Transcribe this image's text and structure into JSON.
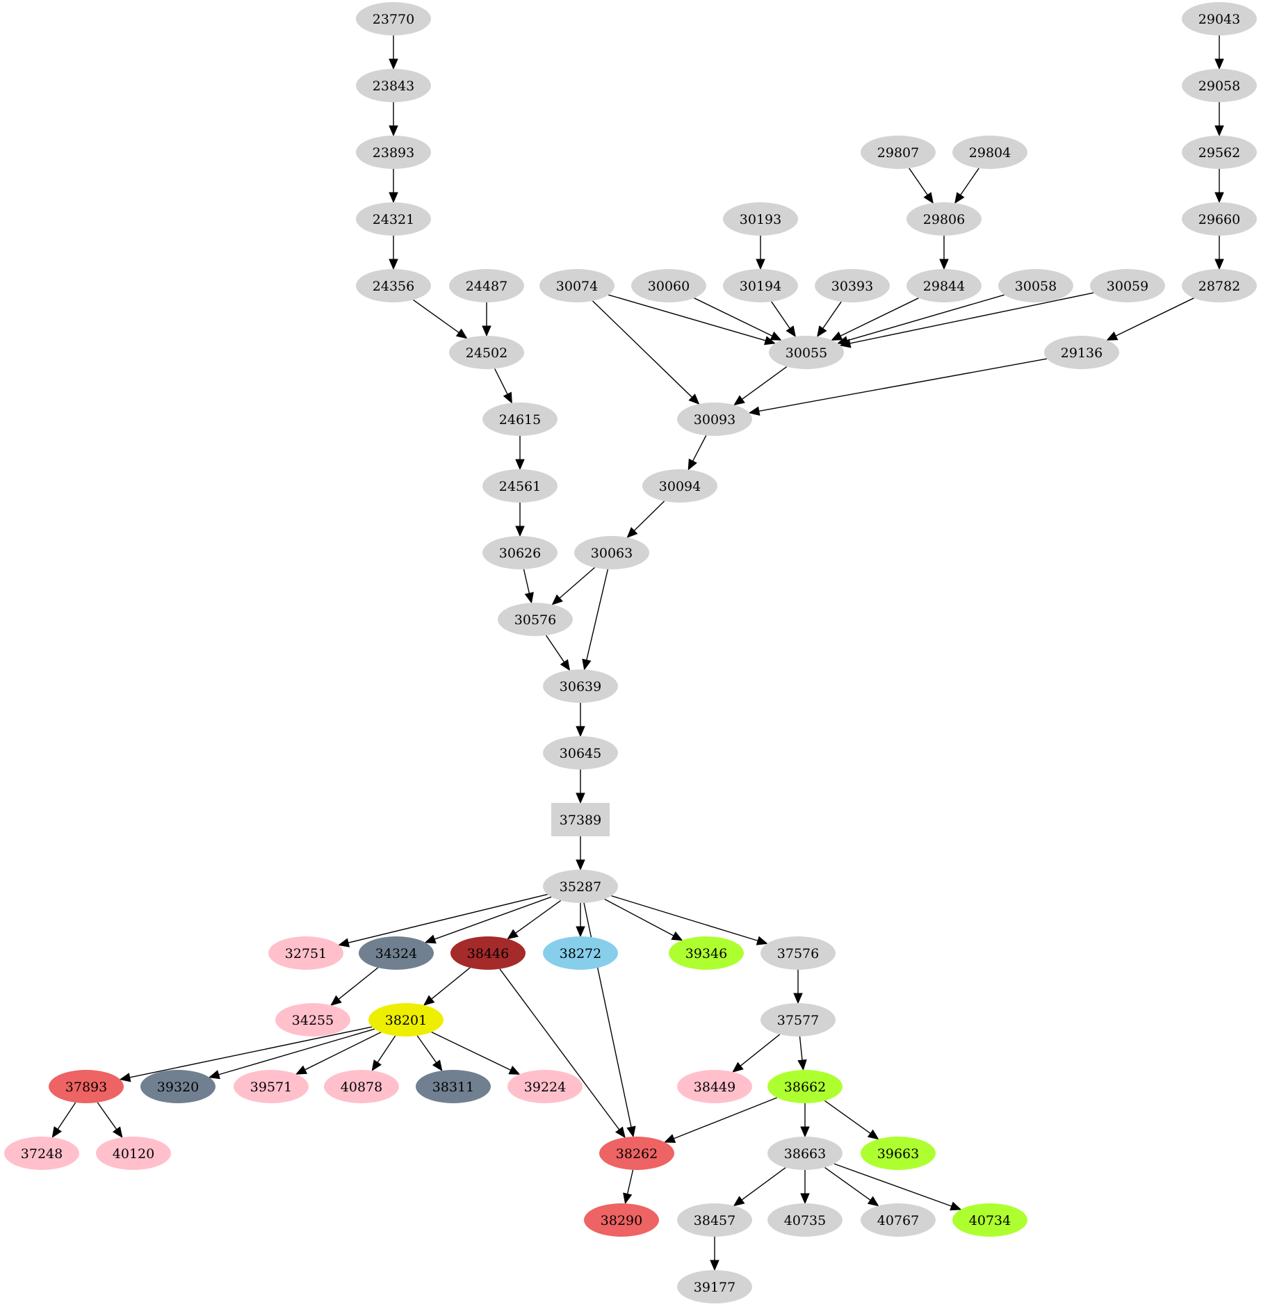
{
  "graph": {
    "type": "directed-graph",
    "default_color": "#d3d3d3",
    "nodes": [
      {
        "id": "23770",
        "col": 566,
        "row": 0
      },
      {
        "id": "23843",
        "col": 566,
        "row": 1
      },
      {
        "id": "23893",
        "col": 566,
        "row": 2
      },
      {
        "id": "24321",
        "col": 566,
        "row": 3
      },
      {
        "id": "24356",
        "col": 566,
        "row": 4
      },
      {
        "id": "24487",
        "col": 700,
        "row": 4
      },
      {
        "id": "24502",
        "col": 700,
        "row": 5
      },
      {
        "id": "24615",
        "col": 748,
        "row": 6
      },
      {
        "id": "24561",
        "col": 748,
        "row": 7
      },
      {
        "id": "30626",
        "col": 748,
        "row": 8
      },
      {
        "id": "29043",
        "col": 1754,
        "row": 0
      },
      {
        "id": "29058",
        "col": 1754,
        "row": 1
      },
      {
        "id": "29562",
        "col": 1754,
        "row": 2
      },
      {
        "id": "29660",
        "col": 1754,
        "row": 3
      },
      {
        "id": "28782",
        "col": 1754,
        "row": 4
      },
      {
        "id": "29807",
        "col": 1292,
        "row": 2
      },
      {
        "id": "29804",
        "col": 1424,
        "row": 2
      },
      {
        "id": "29806",
        "col": 1358,
        "row": 3
      },
      {
        "id": "30193",
        "col": 1094,
        "row": 3
      },
      {
        "id": "30074",
        "col": 830,
        "row": 4
      },
      {
        "id": "30060",
        "col": 962,
        "row": 4
      },
      {
        "id": "30194",
        "col": 1094,
        "row": 4
      },
      {
        "id": "30393",
        "col": 1226,
        "row": 4
      },
      {
        "id": "29844",
        "col": 1358,
        "row": 4
      },
      {
        "id": "30058",
        "col": 1490,
        "row": 4
      },
      {
        "id": "30059",
        "col": 1622,
        "row": 4
      },
      {
        "id": "30055",
        "col": 1160,
        "row": 5
      },
      {
        "id": "29136",
        "col": 1556,
        "row": 5
      },
      {
        "id": "30093",
        "col": 1028,
        "row": 6
      },
      {
        "id": "30094",
        "col": 978,
        "row": 7
      },
      {
        "id": "30063",
        "col": 880,
        "row": 8
      },
      {
        "id": "30576",
        "col": 770,
        "row": 9
      },
      {
        "id": "30639",
        "col": 835,
        "row": 10
      },
      {
        "id": "30645",
        "col": 835,
        "row": 11
      },
      {
        "id": "37389",
        "col": 835,
        "row": 12,
        "shape": "box"
      },
      {
        "id": "35287",
        "col": 835,
        "row": 13
      },
      {
        "id": "32751",
        "col": 440,
        "row": 14,
        "color": "#ffc0cb"
      },
      {
        "id": "34324",
        "col": 570,
        "row": 14,
        "color": "#708090"
      },
      {
        "id": "38446",
        "col": 702,
        "row": 14,
        "color": "#a52a2a"
      },
      {
        "id": "38272",
        "col": 835,
        "row": 14,
        "color": "#87ceeb"
      },
      {
        "id": "39346",
        "col": 1016,
        "row": 14,
        "color": "#adff2f"
      },
      {
        "id": "37576",
        "col": 1148,
        "row": 14
      },
      {
        "id": "34255",
        "col": 450,
        "row": 15,
        "color": "#ffc0cb"
      },
      {
        "id": "38201",
        "col": 584,
        "row": 15,
        "color": "#eeee00"
      },
      {
        "id": "37577",
        "col": 1148,
        "row": 15
      },
      {
        "id": "37893",
        "col": 124,
        "row": 16,
        "color": "#ee6363"
      },
      {
        "id": "39320",
        "col": 256,
        "row": 16,
        "color": "#708090"
      },
      {
        "id": "39571",
        "col": 390,
        "row": 16,
        "color": "#ffc0cb"
      },
      {
        "id": "40878",
        "col": 520,
        "row": 16,
        "color": "#ffc0cb"
      },
      {
        "id": "38311",
        "col": 652,
        "row": 16,
        "color": "#708090"
      },
      {
        "id": "39224",
        "col": 784,
        "row": 16,
        "color": "#ffc0cb"
      },
      {
        "id": "38449",
        "col": 1028,
        "row": 16,
        "color": "#ffc0cb"
      },
      {
        "id": "38662",
        "col": 1158,
        "row": 16,
        "color": "#adff2f"
      },
      {
        "id": "37248",
        "col": 60,
        "row": 17,
        "color": "#ffc0cb"
      },
      {
        "id": "40120",
        "col": 192,
        "row": 17,
        "color": "#ffc0cb"
      },
      {
        "id": "38262",
        "col": 916,
        "row": 17,
        "color": "#ee6363"
      },
      {
        "id": "38663",
        "col": 1158,
        "row": 17
      },
      {
        "id": "39663",
        "col": 1292,
        "row": 17,
        "color": "#adff2f"
      },
      {
        "id": "38290",
        "col": 894,
        "row": 18,
        "color": "#ee6363"
      },
      {
        "id": "38457",
        "col": 1028,
        "row": 18
      },
      {
        "id": "40735",
        "col": 1158,
        "row": 18
      },
      {
        "id": "40767",
        "col": 1292,
        "row": 18
      },
      {
        "id": "40734",
        "col": 1424,
        "row": 18,
        "color": "#adff2f"
      },
      {
        "id": "39177",
        "col": 1028,
        "row": 19
      }
    ],
    "edges": [
      [
        "23770",
        "23843"
      ],
      [
        "23843",
        "23893"
      ],
      [
        "23893",
        "24321"
      ],
      [
        "24321",
        "24356"
      ],
      [
        "24356",
        "24502"
      ],
      [
        "24487",
        "24502"
      ],
      [
        "24502",
        "24615"
      ],
      [
        "24615",
        "24561"
      ],
      [
        "24561",
        "30626"
      ],
      [
        "29043",
        "29058"
      ],
      [
        "29058",
        "29562"
      ],
      [
        "29562",
        "29660"
      ],
      [
        "29660",
        "28782"
      ],
      [
        "28782",
        "29136"
      ],
      [
        "29807",
        "29806"
      ],
      [
        "29804",
        "29806"
      ],
      [
        "29806",
        "29844"
      ],
      [
        "30193",
        "30194"
      ],
      [
        "30074",
        "30055"
      ],
      [
        "30060",
        "30055"
      ],
      [
        "30194",
        "30055"
      ],
      [
        "30393",
        "30055"
      ],
      [
        "29844",
        "30055"
      ],
      [
        "30058",
        "30055"
      ],
      [
        "30059",
        "30055"
      ],
      [
        "30074",
        "30093"
      ],
      [
        "30055",
        "30093"
      ],
      [
        "29136",
        "30093"
      ],
      [
        "30093",
        "30094"
      ],
      [
        "30094",
        "30063"
      ],
      [
        "30626",
        "30576"
      ],
      [
        "30063",
        "30576"
      ],
      [
        "30063",
        "30639"
      ],
      [
        "30576",
        "30639"
      ],
      [
        "30639",
        "30645"
      ],
      [
        "30645",
        "37389"
      ],
      [
        "37389",
        "35287"
      ],
      [
        "35287",
        "32751"
      ],
      [
        "35287",
        "34324"
      ],
      [
        "35287",
        "38446"
      ],
      [
        "35287",
        "38272"
      ],
      [
        "35287",
        "38262"
      ],
      [
        "35287",
        "39346"
      ],
      [
        "35287",
        "37576"
      ],
      [
        "34324",
        "34255"
      ],
      [
        "38446",
        "38201"
      ],
      [
        "38446",
        "38262"
      ],
      [
        "37576",
        "37577"
      ],
      [
        "37577",
        "38449"
      ],
      [
        "37577",
        "38662"
      ],
      [
        "38201",
        "37893"
      ],
      [
        "38201",
        "39320"
      ],
      [
        "38201",
        "39571"
      ],
      [
        "38201",
        "40878"
      ],
      [
        "38201",
        "38311"
      ],
      [
        "38201",
        "39224"
      ],
      [
        "37893",
        "37248"
      ],
      [
        "37893",
        "40120"
      ],
      [
        "38662",
        "38262"
      ],
      [
        "38662",
        "38663"
      ],
      [
        "38662",
        "39663"
      ],
      [
        "38262",
        "38290"
      ],
      [
        "38663",
        "38457"
      ],
      [
        "38663",
        "40735"
      ],
      [
        "38663",
        "40767"
      ],
      [
        "38663",
        "40734"
      ],
      [
        "38457",
        "39177"
      ]
    ]
  }
}
